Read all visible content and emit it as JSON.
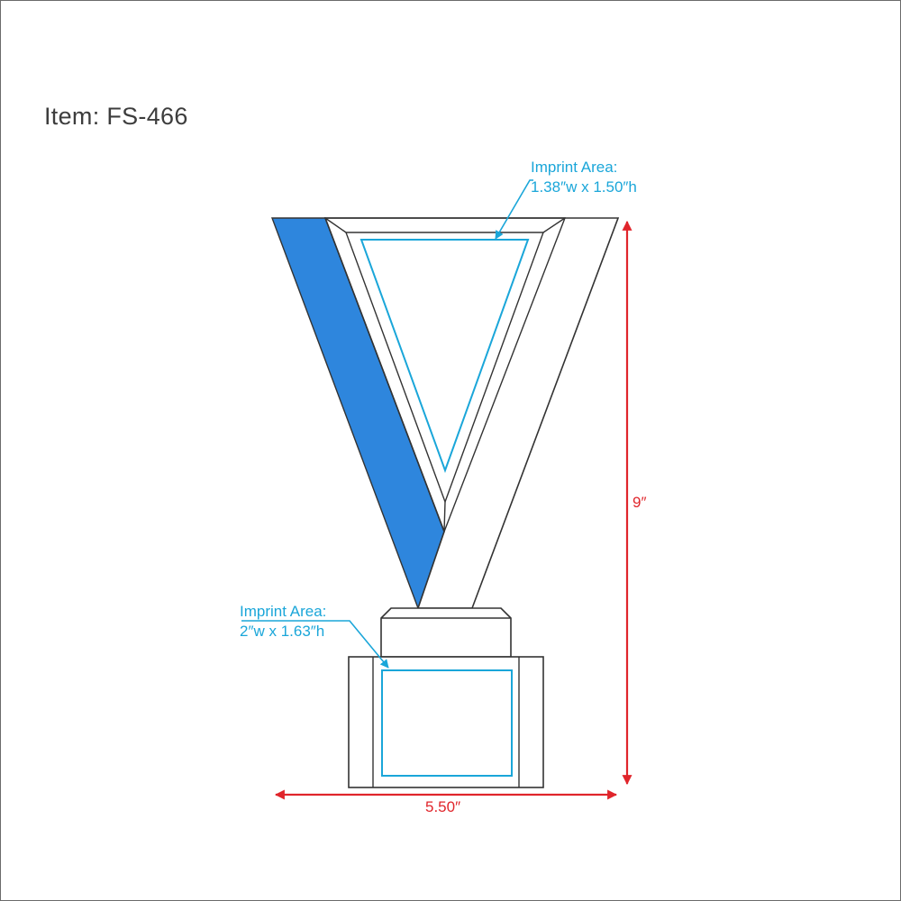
{
  "title": "Item: FS-466",
  "callouts": {
    "top": {
      "line1": "Imprint Area:",
      "line2": "1.38″w x 1.50″h"
    },
    "base": {
      "line1": "Imprint Area:",
      "line2": "2″w x 1.63″h"
    }
  },
  "dimensions": {
    "height": "9″",
    "width": "5.50″"
  },
  "colors": {
    "ribbon": "#2e86dd",
    "imprint": "#1aa6d9",
    "dimension": "#e0252b"
  }
}
